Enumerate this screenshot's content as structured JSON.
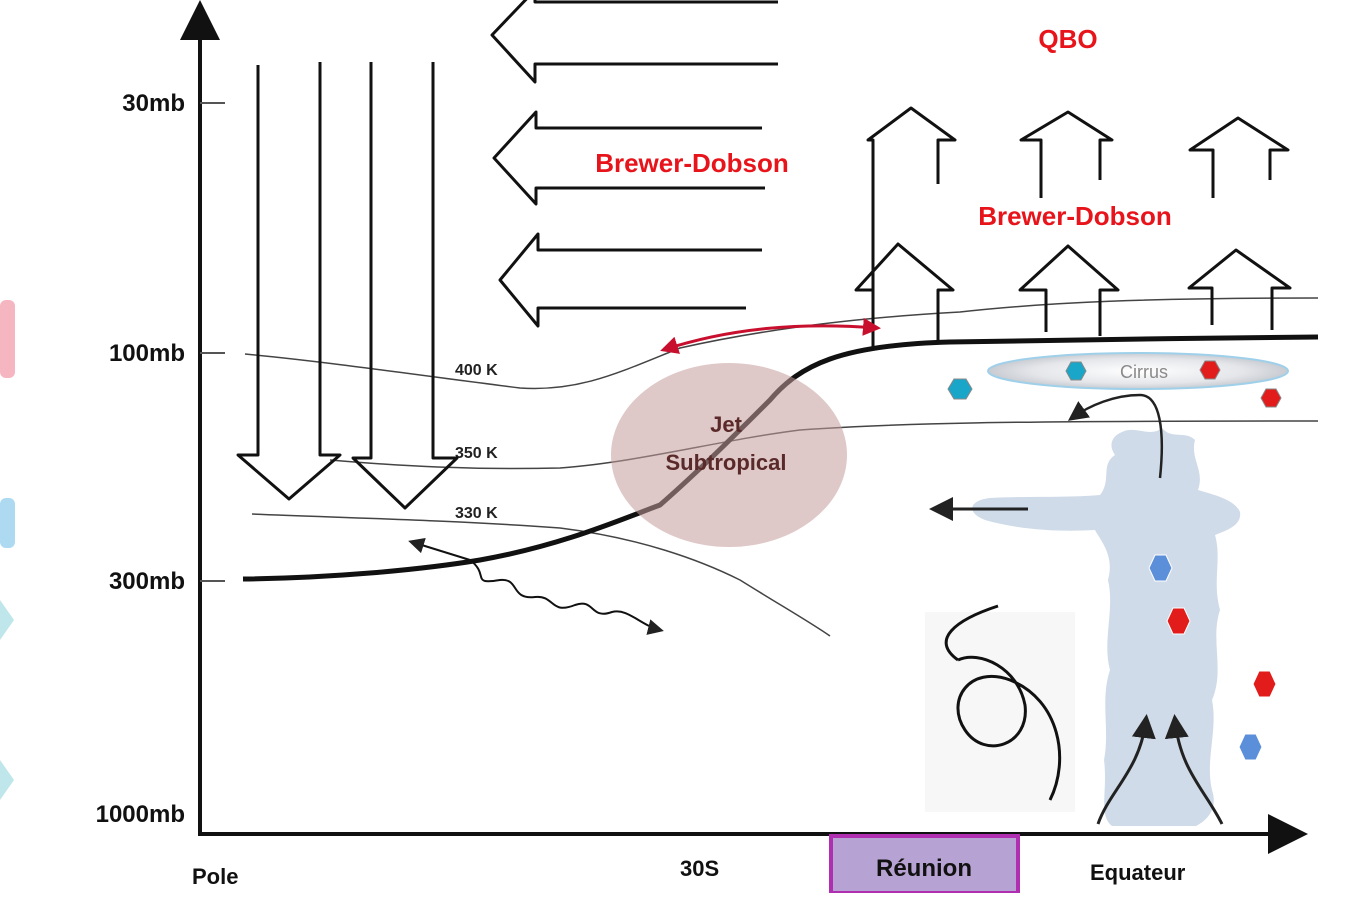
{
  "y_axis": {
    "ticks": [
      "30mb",
      "100mb",
      "300mb",
      "1000mb"
    ]
  },
  "x_axis": {
    "pole": "Pole",
    "lat30": "30S",
    "reunion": "Réunion",
    "equator": "Equateur"
  },
  "labels": {
    "qbo": "QBO",
    "bd_left": "Brewer-Dobson",
    "bd_right": "Brewer-Dobson",
    "jet_line1": "Jet",
    "jet_line2": "Subtropical",
    "cirrus": "Cirrus",
    "theta_400": "400 K",
    "theta_350": "350 K",
    "theta_330": "330 K"
  },
  "colors": {
    "label_red": "#e8141b",
    "arrow_red": "#c8102e",
    "jet_fill": "#c49a9a",
    "reunion_fill": "#b7a3d3",
    "reunion_border": "#b02fb0",
    "cloud_fill": "#cfdbe8",
    "particle_blue": "#5b8fd9",
    "particle_red": "#e21b1b",
    "particle_cyan": "#1aa6c8"
  }
}
